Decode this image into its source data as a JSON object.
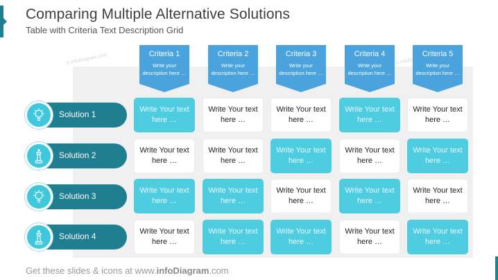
{
  "title": "Comparing Multiple Alternative Solutions",
  "subtitle": "Table with Criteria Text Description Grid",
  "watermark": "© infoDiagram.com",
  "colors": {
    "dark_teal": "#1f7f91",
    "cyan": "#4fcde0",
    "criteria_blue": "#4aa3dc",
    "grid_bg": "#f0f0f0"
  },
  "criteria": [
    {
      "label": "Criteria 1",
      "desc": "Write your description here …"
    },
    {
      "label": "Criteria 2",
      "desc": "Write your description here …"
    },
    {
      "label": "Criteria 3",
      "desc": "Write your description here …"
    },
    {
      "label": "Criteria 4",
      "desc": "Write your description here …"
    },
    {
      "label": "Criteria 5",
      "desc": "Write your description here …"
    }
  ],
  "solutions": [
    {
      "label": "Solution 1",
      "icon": "lightbulb-icon",
      "cells": [
        {
          "text": "Write Your text here …",
          "style": "cyan"
        },
        {
          "text": "Write Your text here …",
          "style": "white"
        },
        {
          "text": "Write Your text here …",
          "style": "white"
        },
        {
          "text": "Write Your text here …",
          "style": "cyan"
        },
        {
          "text": "Write Your text here …",
          "style": "white"
        }
      ]
    },
    {
      "label": "Solution 2",
      "icon": "chess-king-icon",
      "cells": [
        {
          "text": "Write Your text here …",
          "style": "white"
        },
        {
          "text": "Write Your text here …",
          "style": "white"
        },
        {
          "text": "Write Your text here …",
          "style": "cyan"
        },
        {
          "text": "Write Your text here …",
          "style": "white"
        },
        {
          "text": "Write Your text here …",
          "style": "cyan"
        }
      ]
    },
    {
      "label": "Solution 3",
      "icon": "lightbulb-icon",
      "cells": [
        {
          "text": "Write Your text here …",
          "style": "cyan"
        },
        {
          "text": "Write Your text here …",
          "style": "cyan"
        },
        {
          "text": "Write Your text here …",
          "style": "white"
        },
        {
          "text": "Write Your text here …",
          "style": "cyan"
        },
        {
          "text": "Write Your text here …",
          "style": "white"
        }
      ]
    },
    {
      "label": "Solution 4",
      "icon": "chess-king-icon",
      "cells": [
        {
          "text": "Write Your text here …",
          "style": "white"
        },
        {
          "text": "Write Your text here …",
          "style": "cyan"
        },
        {
          "text": "Write Your text here …",
          "style": "cyan"
        },
        {
          "text": "Write Your text here …",
          "style": "white"
        },
        {
          "text": "Write Your text here …",
          "style": "cyan"
        }
      ]
    }
  ],
  "footer": {
    "prefix": "Get these slides & icons at www.",
    "brand": "infoDiagram",
    "suffix": ".com"
  }
}
